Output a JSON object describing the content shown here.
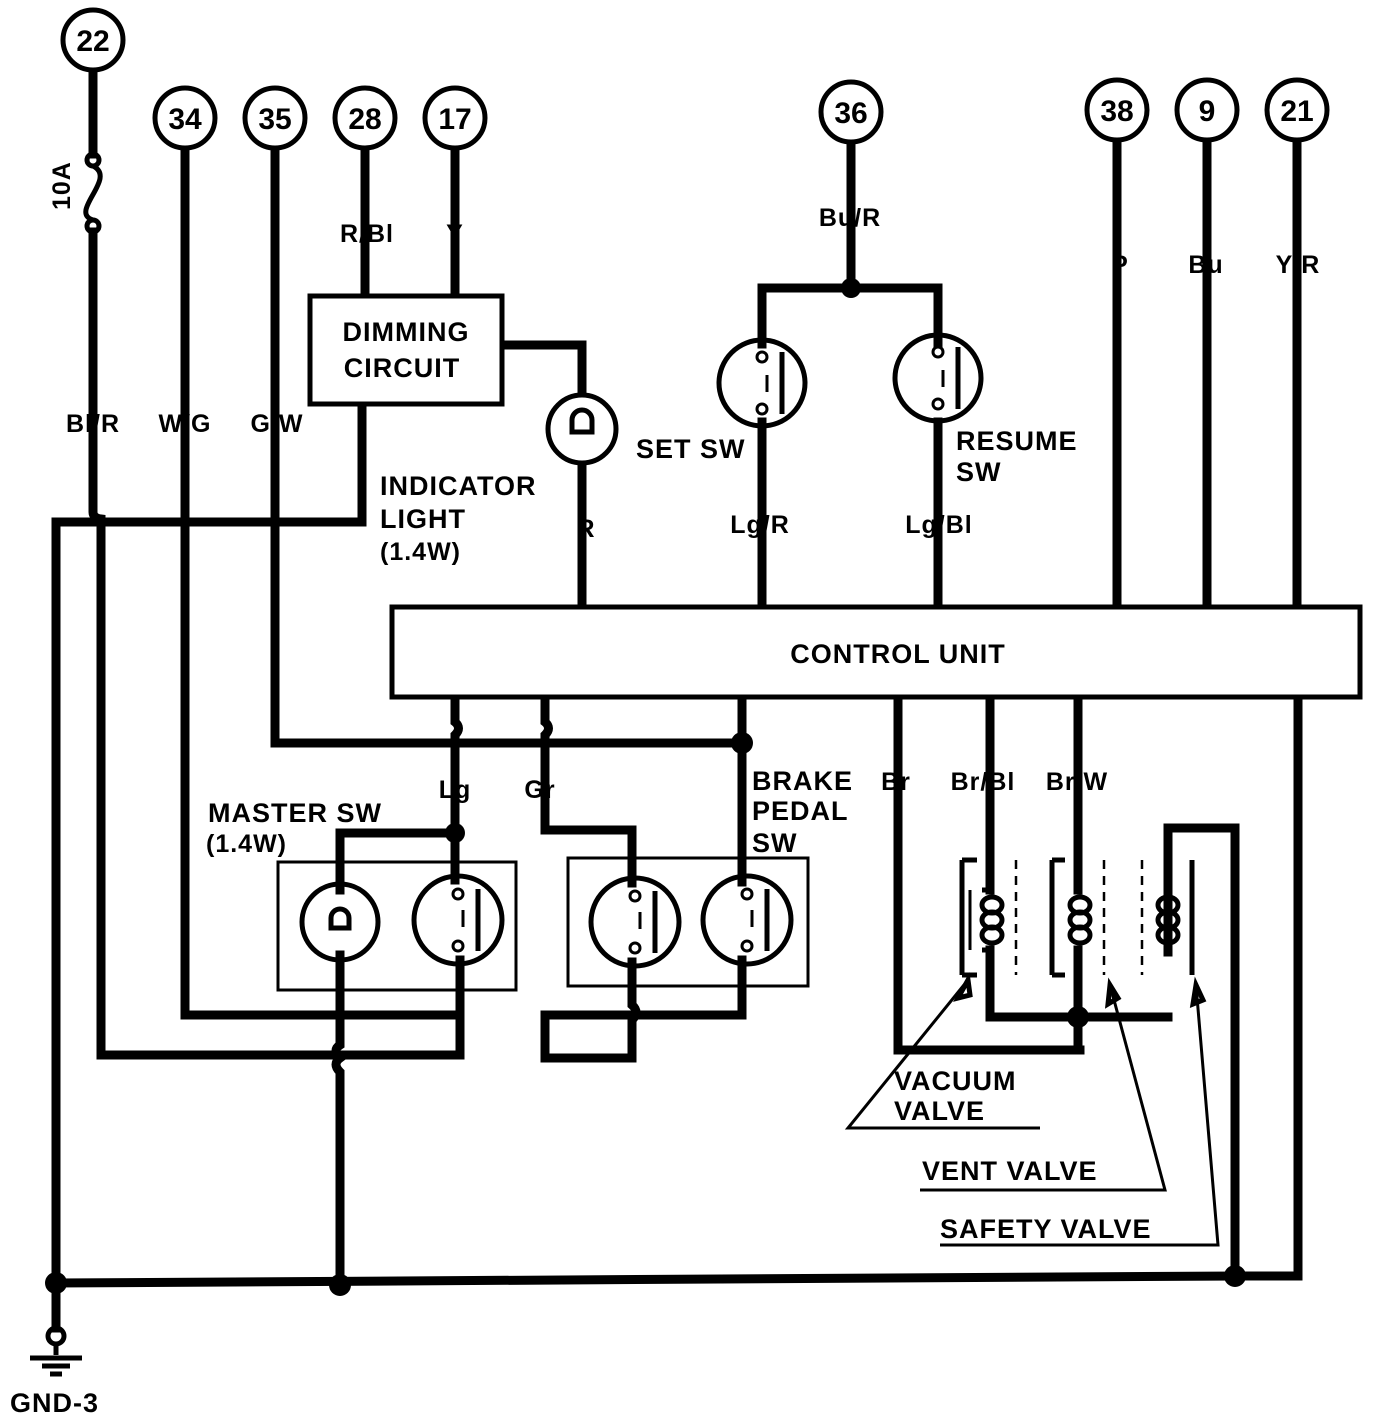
{
  "terminals": [
    "22",
    "34",
    "35",
    "28",
    "17",
    "36",
    "38",
    "9",
    "21"
  ],
  "fuse": "10A",
  "wire_colors": {
    "t22": "Bl/R",
    "t34": "W/G",
    "t35": "G/W",
    "t28": "R/Bl",
    "t17": "Y",
    "t36": "Bu/R",
    "t38": "P",
    "t9": "Bu",
    "t21": "Y/R",
    "indicator_out": "R",
    "set_sw_out": "Lg/R",
    "resume_sw_out": "Lg/Bl",
    "lg": "Lg",
    "gr": "Gr",
    "br": "Br",
    "br_bl": "Br/Bl",
    "br_w": "Br/W"
  },
  "labels": {
    "dimming_1": "DIMMING",
    "dimming_2": "CIRCUIT",
    "indicator_1": "INDICATOR",
    "indicator_2": "LIGHT",
    "indicator_3": "(1.4W)",
    "set_sw": "SET SW",
    "resume_1": "RESUME",
    "resume_2": "SW",
    "control_unit": "CONTROL UNIT",
    "master_1": "MASTER SW",
    "master_2": "(1.4W)",
    "brake_1": "BRAKE",
    "brake_2": "PEDAL",
    "brake_3": "SW",
    "vacuum_1": "VACUUM",
    "vacuum_2": "VALVE",
    "vent": "VENT VALVE",
    "safety": "SAFETY VALVE",
    "gnd": "GND-3"
  }
}
